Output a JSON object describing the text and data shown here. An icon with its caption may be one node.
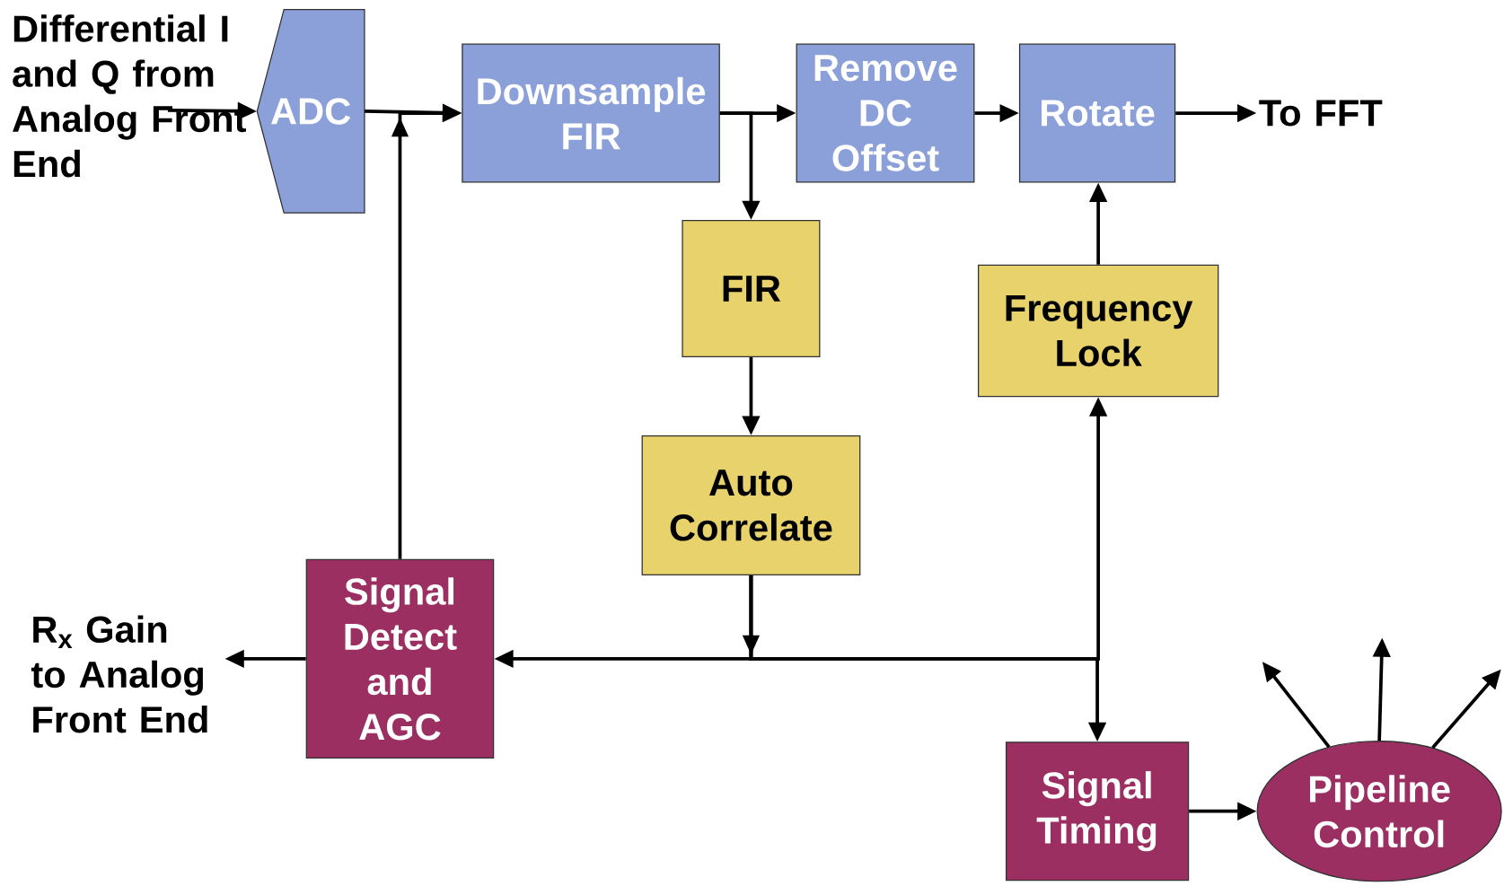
{
  "diagram": {
    "nodes": [
      {
        "text": [
          "Differential I and Q from Analog Front End"
        ]
      },
      {
        "text": [
          "ADC"
        ]
      },
      {
        "text": [
          "Downsample FIR"
        ]
      },
      {
        "text": [
          "Remove DC Offset"
        ]
      },
      {
        "text": [
          "Rotate"
        ]
      },
      {
        "text": [
          "To FFT"
        ]
      },
      {
        "text": [
          "FIR"
        ]
      },
      {
        "text": [
          "Auto Correlate"
        ]
      },
      {
        "text": [
          "Frequency Lock"
        ]
      },
      {
        "text": [
          "Signal Detect and AGC"
        ]
      },
      {
        "text": [
          "R$_{x}$ Gain to Analog Front End"
        ]
      },
      {
        "text": [
          "Signal Timing"
        ]
      },
      {
        "text": [
          "Pipeline Control"
        ]
      }
    ],
    "edges": [
      {
        "from": 0,
        "to": 1,
        "arrow": "to"
      },
      {
        "from": 1,
        "to": 2,
        "arrow": "to"
      },
      {
        "from": 9,
        "to": 2,
        "arrow": "to"
      },
      {
        "from": 2,
        "to": 3,
        "arrow": "to"
      },
      {
        "from": 2,
        "to": 6,
        "arrow": "to"
      },
      {
        "from": 3,
        "to": 4,
        "arrow": "to"
      },
      {
        "from": 4,
        "to": 5,
        "arrow": "to"
      },
      {
        "from": 6,
        "to": 7,
        "arrow": "to"
      },
      {
        "from": 7,
        "to": 9,
        "arrow": "to"
      },
      {
        "from": 7,
        "to": 8,
        "arrow": "to"
      },
      {
        "from": 7,
        "to": 11,
        "arrow": "to"
      },
      {
        "from": 8,
        "to": 4,
        "arrow": "to"
      },
      {
        "from": 9,
        "to": 10,
        "arrow": "to"
      },
      {
        "from": 11,
        "to": 12,
        "arrow": "to"
      },
      {
        "from": 12,
        "to": null,
        "arrow": "to"
      },
      {
        "from": 12,
        "to": null,
        "arrow": "to"
      },
      {
        "from": 12,
        "to": null,
        "arrow": "to"
      }
    ]
  }
}
